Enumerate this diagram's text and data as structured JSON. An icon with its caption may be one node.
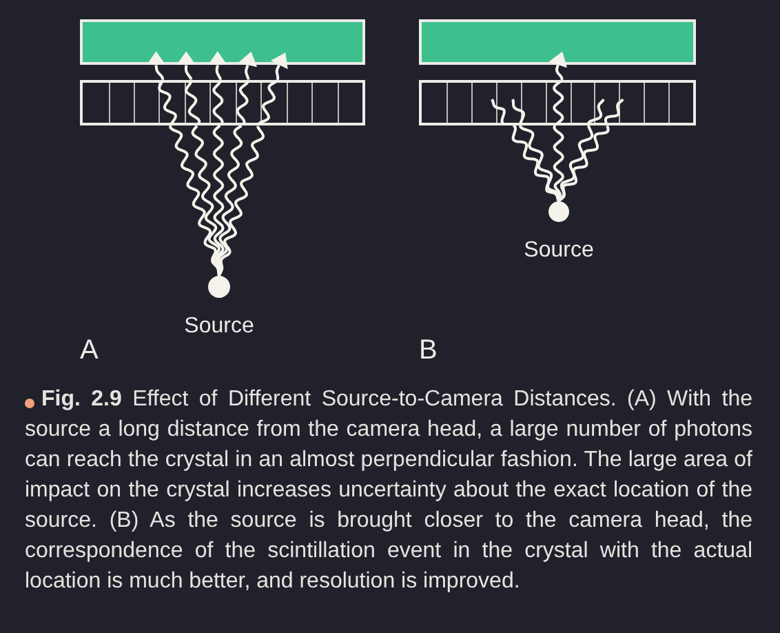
{
  "diagram": {
    "caption": "**Fig. 2.9** Effect of Different Source-to-Camera Distances. (A) With the source a long distance from the camera head, a large number of photons can reach the crystal in an almost perpendicular fashion. The large area of impact on the crystal increases uncertainty about the exact location of the source. (B) As the source is brought closer to the camera head, the correspondence of the scintillation event in the crystal with the actual location is much better, and resolution is improved.",
    "nodes": [
      {
        "text": [],
        "shape": "box"
      },
      {
        "text": [],
        "shape": "box"
      },
      {
        "text": [],
        "shape": "circle",
        "beside": [
          "Source"
        ]
      },
      {
        "text": [],
        "shape": "box"
      },
      {
        "text": [],
        "shape": "box"
      },
      {
        "text": [],
        "shape": "circle",
        "beside": [
          "Source"
        ]
      }
    ],
    "edges": [
      {
        "from": 2,
        "to": 1,
        "arrow": "none"
      },
      {
        "from": 1,
        "to": 0,
        "arrow": "to"
      },
      {
        "from": 2,
        "to": 1,
        "arrow": "none"
      },
      {
        "from": 1,
        "to": 0,
        "arrow": "to"
      },
      {
        "from": 2,
        "to": 1,
        "arrow": "none"
      },
      {
        "from": 1,
        "to": 0,
        "arrow": "to"
      },
      {
        "from": 2,
        "to": 1,
        "arrow": "none"
      },
      {
        "from": 1,
        "to": 0,
        "arrow": "to"
      },
      {
        "from": 2,
        "to": 1,
        "arrow": "none"
      },
      {
        "from": 1,
        "to": 0,
        "arrow": "to"
      },
      {
        "from": 5,
        "to": 4,
        "arrow": "none"
      },
      {
        "from": 5,
        "to": 4,
        "arrow": "none"
      },
      {
        "from": 5,
        "to": 4,
        "arrow": "none"
      },
      {
        "from": 4,
        "to": 3,
        "arrow": "to"
      },
      {
        "from": 5,
        "to": 4,
        "arrow": "none"
      },
      {
        "from": 5,
        "to": 4,
        "arrow": "none"
      }
    ],
    "labels": [
      "A",
      "B"
    ]
  }
}
